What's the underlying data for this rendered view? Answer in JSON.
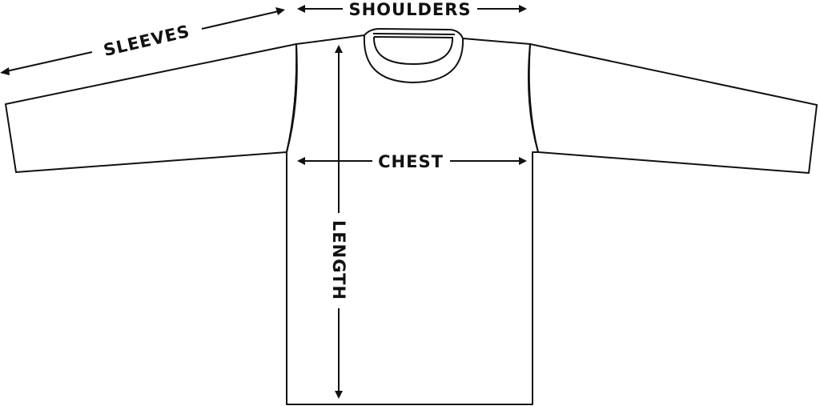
{
  "diagram": {
    "type": "garment-measurement-guide",
    "garment": "long-sleeve-tshirt",
    "line_color": "#111111",
    "background": "#ffffff",
    "measurements": [
      {
        "id": "sleeves",
        "label": "SLEEVES"
      },
      {
        "id": "shoulders",
        "label": "SHOULDERS"
      },
      {
        "id": "chest",
        "label": "CHEST"
      },
      {
        "id": "length",
        "label": "LENGTH"
      }
    ]
  }
}
